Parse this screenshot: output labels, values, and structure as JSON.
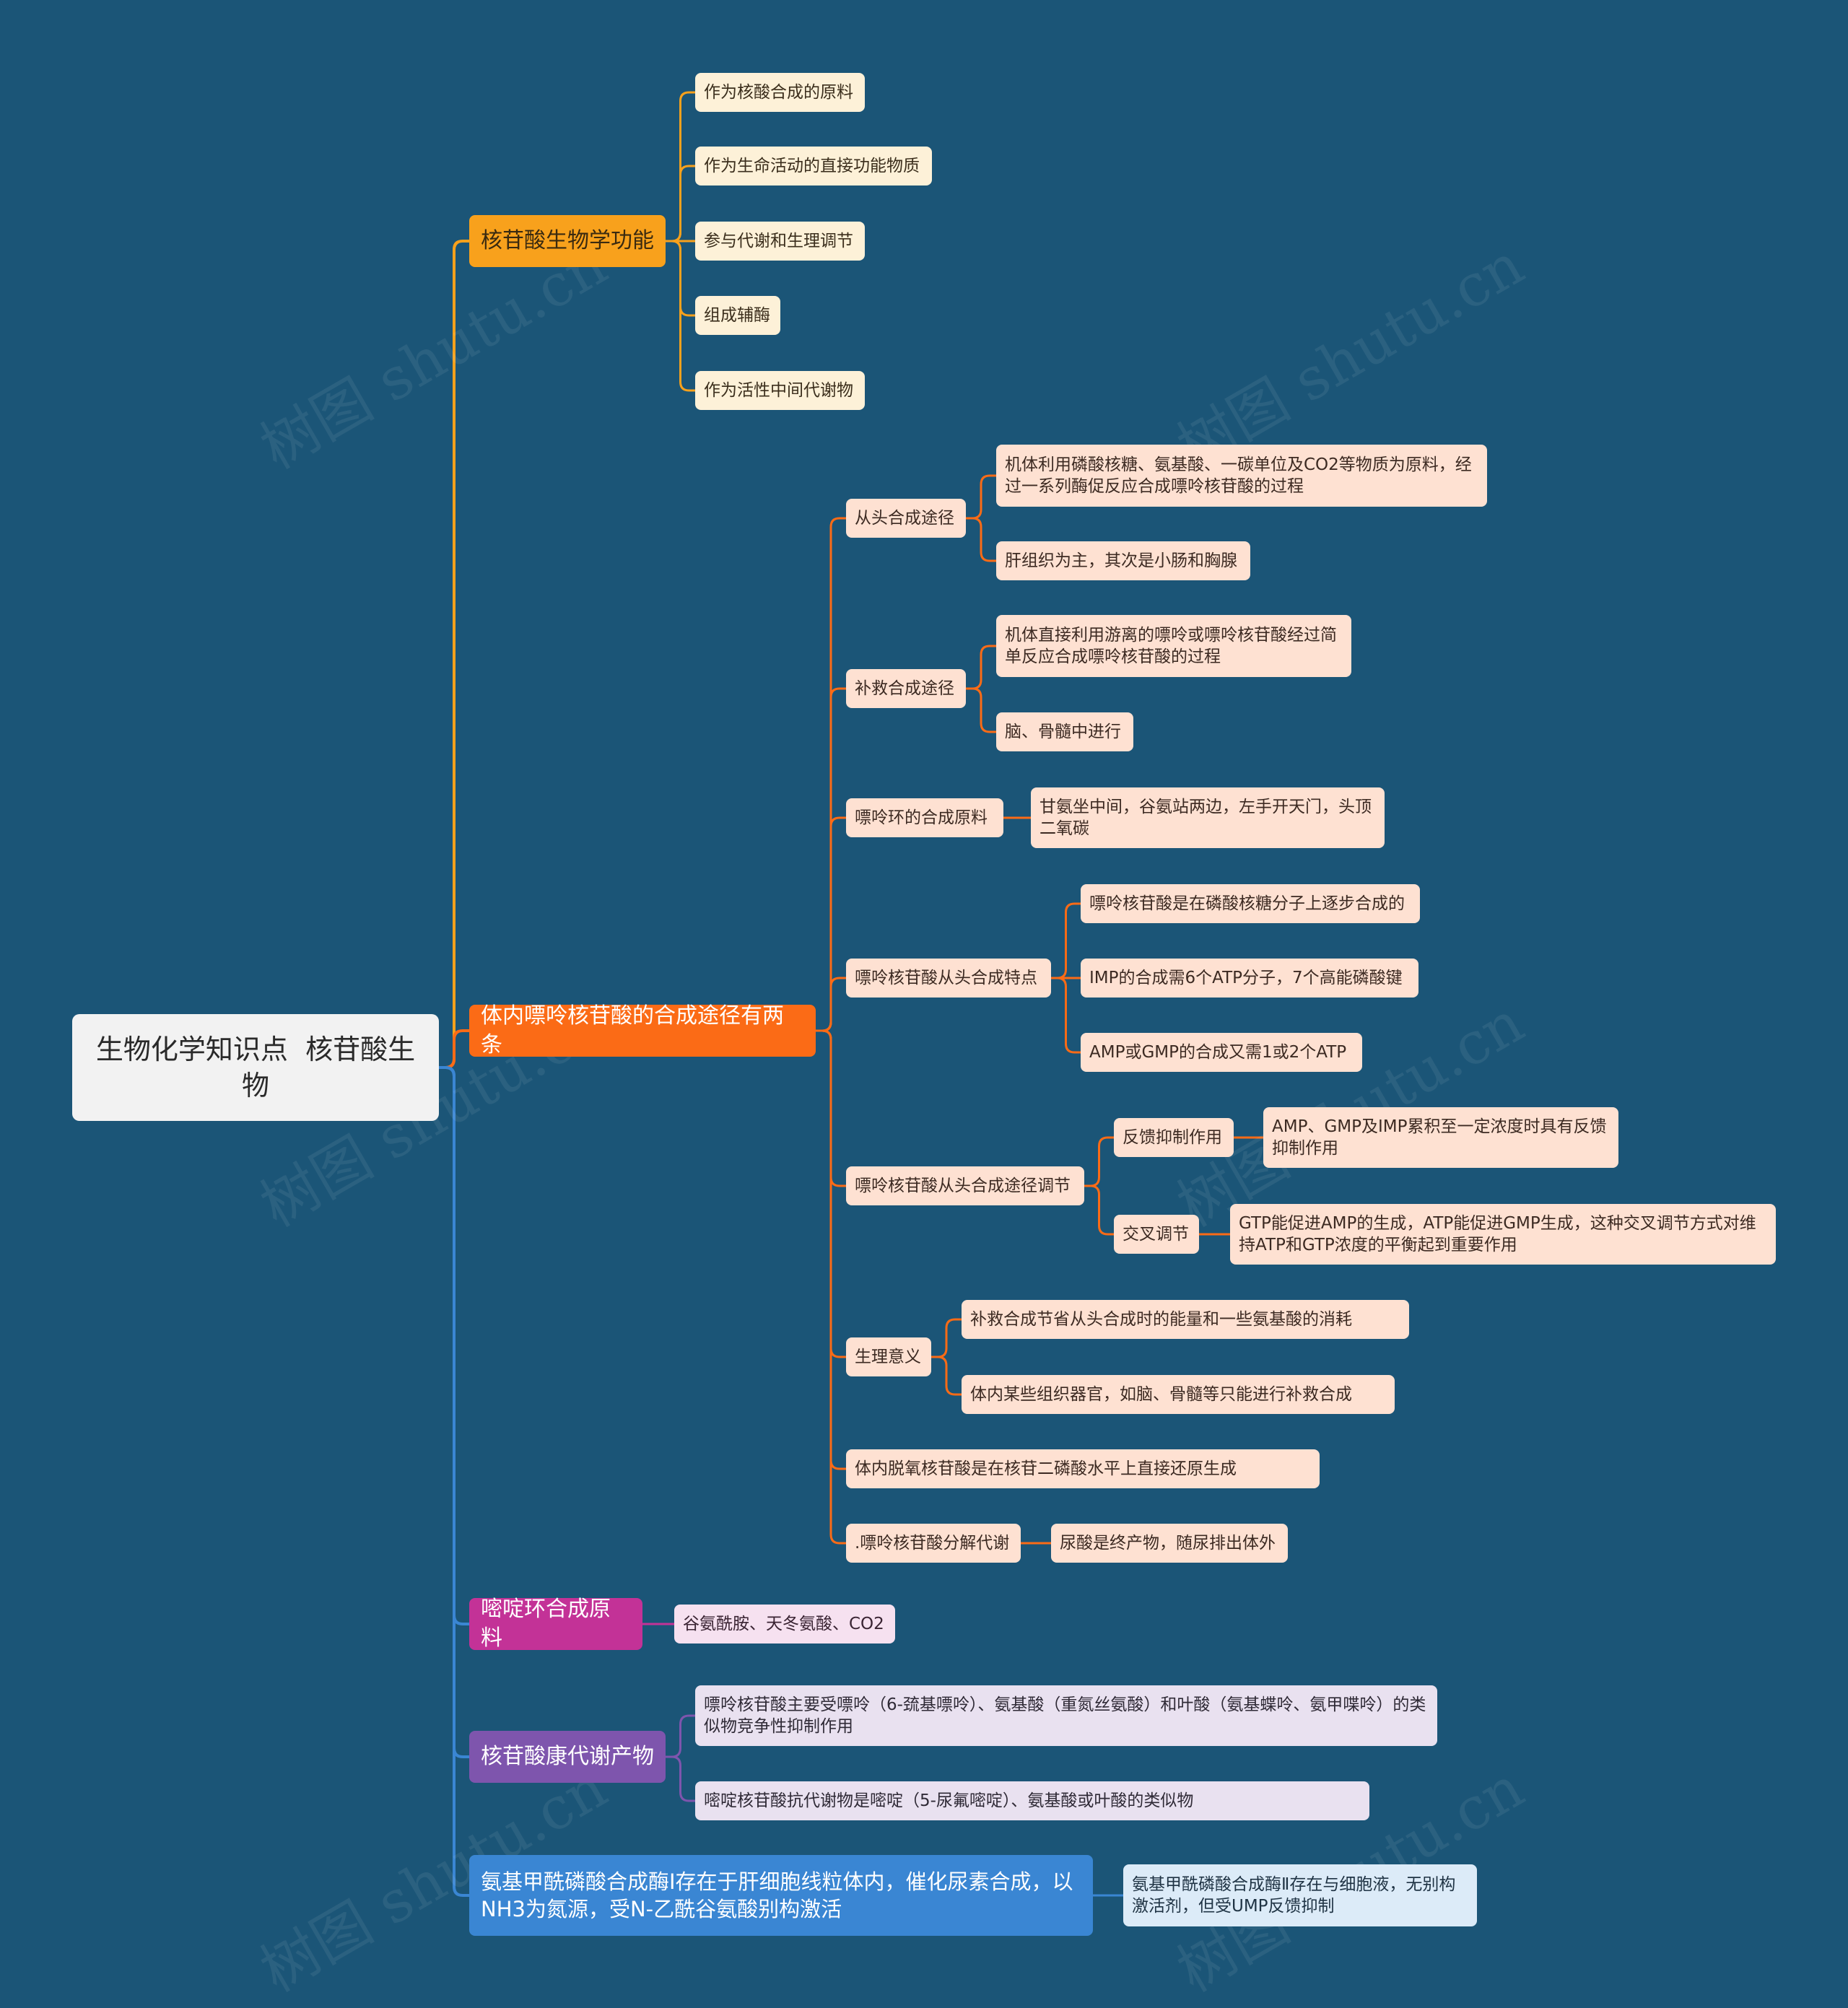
{
  "watermark": "树图 shutu.cn",
  "colors": {
    "background": "#1b5577",
    "branch_function": "#f8a11c",
    "branch_purine": "#fb6b16",
    "branch_pyrimidine": "#c33297",
    "branch_antimetabolite": "#7e55ad",
    "branch_cps": "#3a86d3"
  },
  "root": {
    "label": "生物化学知识点  核苷酸生物"
  },
  "function": {
    "label": "核苷酸生物学功能",
    "items": [
      "作为核酸合成的原料",
      "作为生命活动的直接功能物质",
      "参与代谢和生理调节",
      "组成辅酶",
      "作为活性中间代谢物"
    ]
  },
  "purine": {
    "label": "体内嘌呤核苷酸的合成途径有两条",
    "denovo": {
      "label": "从头合成途径",
      "items": [
        "机体利用磷酸核糖、氨基酸、一碳单位及CO2等物质为原料，经过一系列酶促反应合成嘌呤核苷酸的过程",
        "肝组织为主，其次是小肠和胸腺"
      ]
    },
    "salvage": {
      "label": "补救合成途径",
      "items": [
        "机体直接利用游离的嘌呤或嘌呤核苷酸经过简单反应合成嘌呤核苷酸的过程",
        "脑、骨髓中进行"
      ]
    },
    "ring": {
      "label": "嘌呤环的合成原料",
      "items": [
        "甘氨坐中间，谷氨站两边，左手开天门，头顶二氧碳"
      ]
    },
    "features": {
      "label": "嘌呤核苷酸从头合成特点",
      "items": [
        "嘌呤核苷酸是在磷酸核糖分子上逐步合成的",
        "IMP的合成需6个ATP分子，7个高能磷酸键",
        "AMP或GMP的合成又需1或2个ATP"
      ]
    },
    "regulation": {
      "label": "嘌呤核苷酸从头合成途径调节",
      "feedback": {
        "label": "反馈抑制作用",
        "item": "AMP、GMP及IMP累积至一定浓度时具有反馈抑制作用"
      },
      "cross": {
        "label": "交叉调节",
        "item": "GTP能促进AMP的生成，ATP能促进GMP生成，这种交叉调节方式对维持ATP和GTP浓度的平衡起到重要作用"
      }
    },
    "significance": {
      "label": "生理意义",
      "items": [
        "补救合成节省从头合成时的能量和一些氨基酸的消耗",
        "体内某些组织器官，如脑、骨髓等只能进行补救合成"
      ]
    },
    "deoxy": {
      "label": "体内脱氧核苷酸是在核苷二磷酸水平上直接还原生成"
    },
    "catabolism": {
      "label": ".嘌呤核苷酸分解代谢",
      "items": [
        "尿酸是终产物，随尿排出体外"
      ]
    }
  },
  "pyrimidine": {
    "label": "嘧啶环合成原料",
    "items": [
      "谷氨酰胺、天冬氨酸、CO2"
    ]
  },
  "antimetabolite": {
    "label": "核苷酸康代谢产物",
    "items": [
      "嘌呤核苷酸主要受嘌呤（6-巯基嘌呤）、氨基酸（重氮丝氨酸）和叶酸（氨基蝶呤、氨甲喋呤）的类似物竞争性抑制作用",
      "嘧啶核苷酸抗代谢物是嘧啶（5-尿氟嘧啶）、氨基酸或叶酸的类似物"
    ]
  },
  "cps": {
    "label": "氨基甲酰磷酸合成酶Ⅰ存在于肝细胞线粒体内，催化尿素合成，以NH3为氮源，受N-乙酰谷氨酸别构激活",
    "items": [
      "氨基甲酰磷酸合成酶Ⅱ存在与细胞液，无别构激活剂，但受UMP反馈抑制"
    ]
  }
}
